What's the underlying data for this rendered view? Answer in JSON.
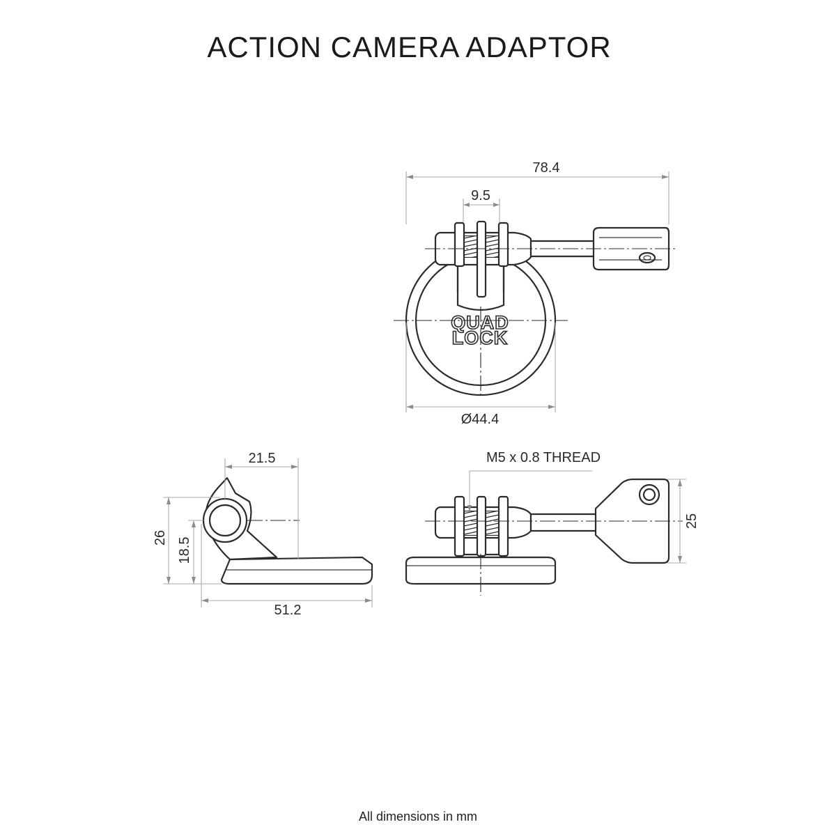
{
  "title": "ACTION CAMERA ADAPTOR",
  "footer": "All dimensions in mm",
  "logo": {
    "line1": "QUAD",
    "line2": "LOCK"
  },
  "dimensions": {
    "top_overall_length": "78.4",
    "top_tab_width": "9.5",
    "top_diameter": "Ø44.4",
    "side_pivot_offset": "21.5",
    "side_total_height": "26",
    "side_pivot_height": "18.5",
    "side_base_length": "51.2",
    "front_thread_note": "M5 x 0.8 THREAD",
    "front_key_height": "25"
  }
}
